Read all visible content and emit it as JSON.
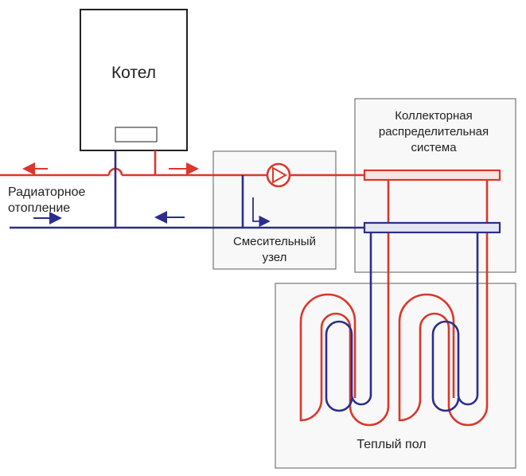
{
  "labels": {
    "boiler": "Котел",
    "radiator_line1": "Радиаторное",
    "radiator_line2": "отопление",
    "collector_line1": "Коллекторная",
    "collector_line2": "распределительная",
    "collector_line3": "система",
    "mixing_line1": "Смесительный",
    "mixing_line2": "узел",
    "floor": "Теплый пол"
  },
  "colors": {
    "supply": "#d9382b",
    "return": "#2b2e8c",
    "outline": "#222222",
    "box": "#777777",
    "box_fill": "#f8f8f8"
  }
}
